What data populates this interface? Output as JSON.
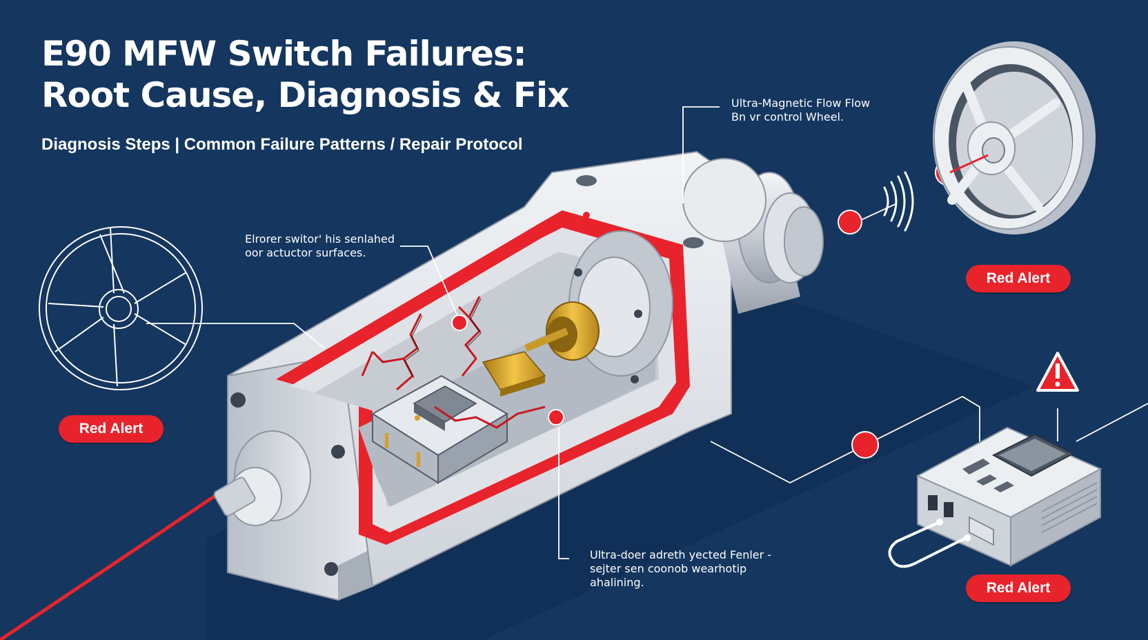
{
  "title": {
    "line1": "E90 MFW Switch Failures:",
    "line2": "Root Cause, Diagnosis & Fix"
  },
  "subtitle": "Diagnosis Steps | Common Failure Patterns / Repair Protocol",
  "callouts": {
    "top_right": {
      "line1": "Ultra-Magnetic Flow Flow",
      "line2": "Bn vr control Wheel."
    },
    "upper_left": {
      "line1": "Elrorer switor' his senlahed",
      "line2": "oor actuctor surfaces."
    },
    "bottom": {
      "line1": "Ultra-doer adreth yected Fenler -",
      "line2": "sejter sen coonob wearhotip",
      "line3": "ahalining."
    }
  },
  "badges": {
    "left": "Red Alert",
    "top_right": "Red Alert",
    "bottom_right": "Red Alert"
  },
  "icons": {
    "steering_wheel_outline": "steering-wheel-outline-icon",
    "steering_wheel_3d": "steering-wheel-icon",
    "control_module": "control-module-icon",
    "warning": "warning-triangle-icon",
    "signal": "wireless-signal-icon"
  },
  "colors": {
    "background": "#14365f",
    "alert_red": "#e8232c",
    "metal": "#d9dde3",
    "brass": "#d4a02a"
  }
}
